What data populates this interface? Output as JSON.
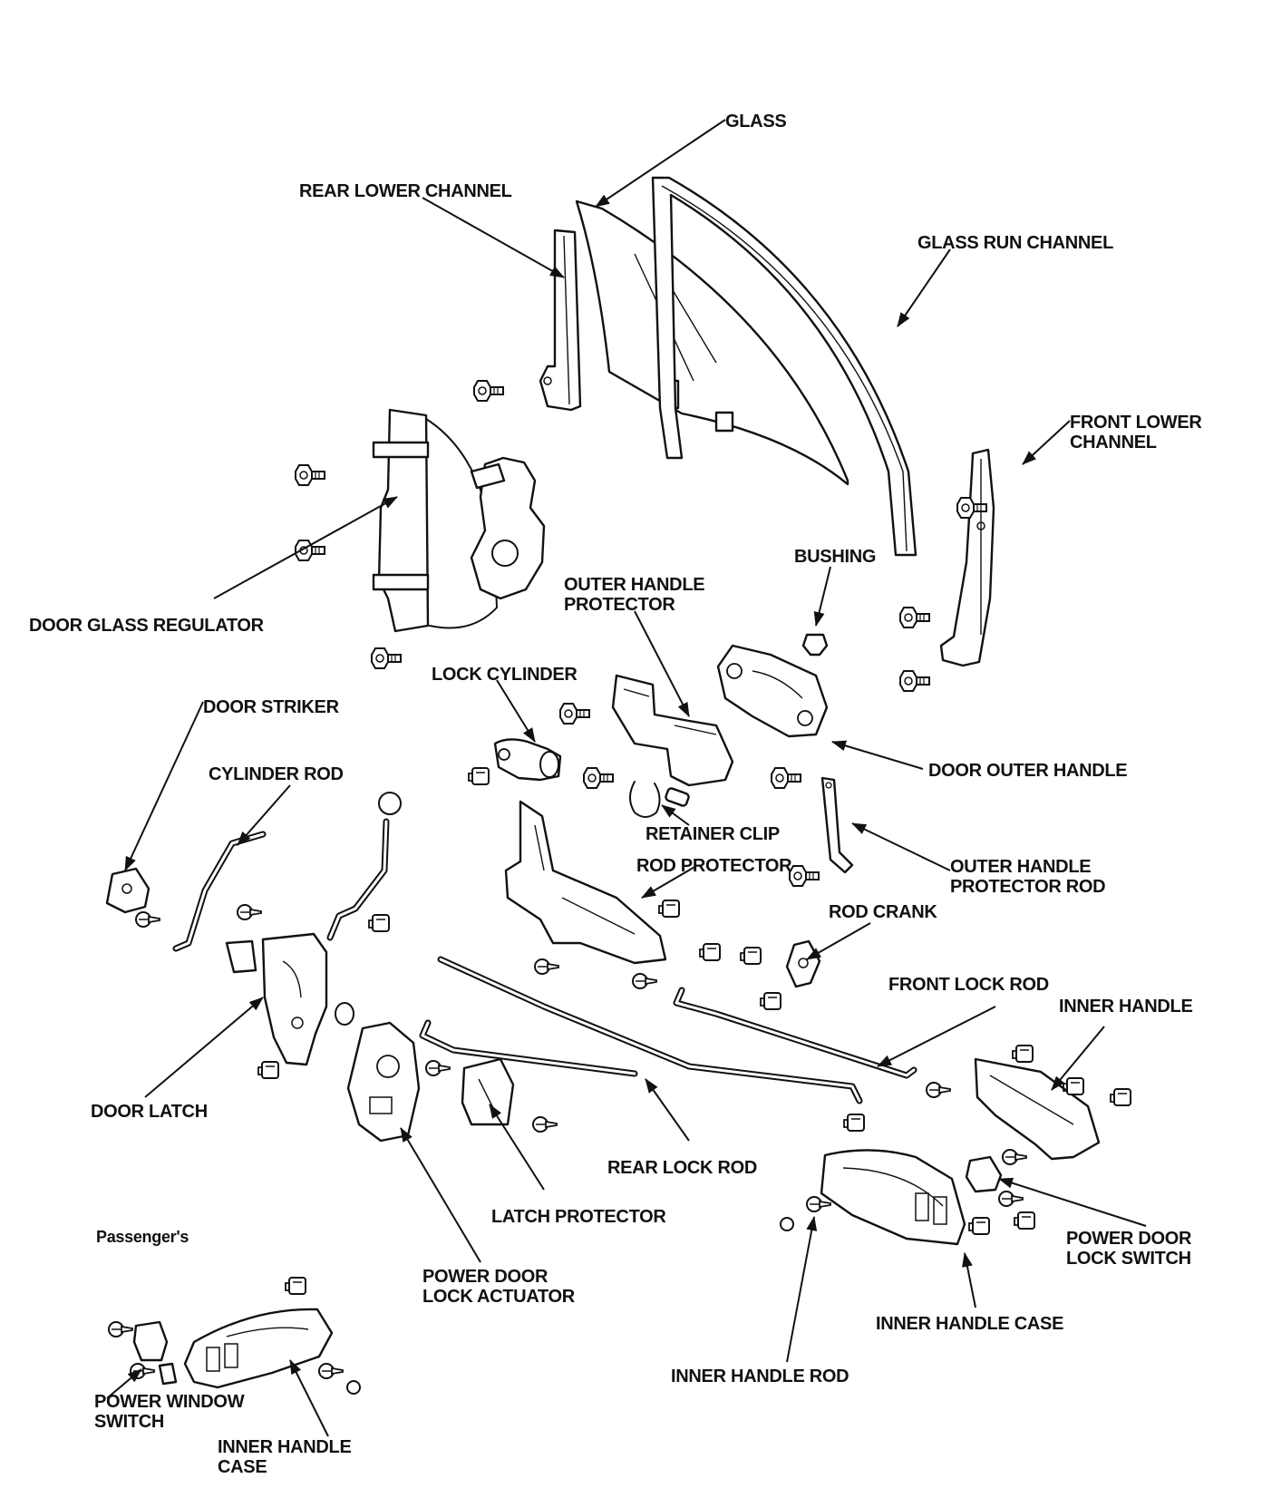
{
  "labels": {
    "glass": "GLASS",
    "rear_lower_channel": "REAR LOWER CHANNEL",
    "glass_run_channel": "GLASS RUN CHANNEL",
    "front_lower_channel_1": "FRONT LOWER",
    "front_lower_channel_2": "CHANNEL",
    "bushing": "BUSHING",
    "outer_handle_protector_1": "OUTER HANDLE",
    "outer_handle_protector_2": "PROTECTOR",
    "door_glass_regulator": "DOOR GLASS REGULATOR",
    "lock_cylinder": "LOCK CYLINDER",
    "door_striker": "DOOR STRIKER",
    "cylinder_rod": "CYLINDER ROD",
    "door_outer_handle": "DOOR OUTER HANDLE",
    "retainer_clip": "RETAINER CLIP",
    "rod_protector": "ROD PROTECTOR",
    "outer_handle_protector_rod_1": "OUTER HANDLE",
    "outer_handle_protector_rod_2": "PROTECTOR ROD",
    "rod_crank": "ROD CRANK",
    "front_lock_rod": "FRONT LOCK ROD",
    "inner_handle": "INNER HANDLE",
    "door_latch": "DOOR LATCH",
    "rear_lock_rod": "REAR LOCK ROD",
    "latch_protector": "LATCH PROTECTOR",
    "power_door_lock_switch_1": "POWER DOOR",
    "power_door_lock_switch_2": "LOCK SWITCH",
    "passengers": "Passenger's",
    "power_door_lock_actuator_1": "POWER DOOR",
    "power_door_lock_actuator_2": "LOCK ACTUATOR",
    "inner_handle_case": "INNER HANDLE CASE",
    "inner_handle_rod": "INNER HANDLE ROD",
    "power_window_switch_1": "POWER WINDOW",
    "power_window_switch_2": "SWITCH",
    "inner_handle_case_passenger_1": "INNER HANDLE",
    "inner_handle_case_passenger_2": "CASE"
  }
}
